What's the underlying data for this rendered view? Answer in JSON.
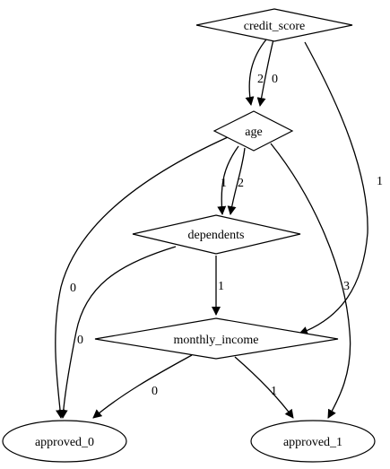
{
  "diagram": {
    "nodes": {
      "credit_score": {
        "label": "credit_score",
        "shape": "diamond"
      },
      "age": {
        "label": "age",
        "shape": "diamond"
      },
      "dependents": {
        "label": "dependents",
        "shape": "diamond"
      },
      "monthly_income": {
        "label": "monthly_income",
        "shape": "diamond"
      },
      "approved_0": {
        "label": "approved_0",
        "shape": "ellipse"
      },
      "approved_1": {
        "label": "approved_1",
        "shape": "ellipse"
      }
    },
    "edges": {
      "credit_score_age_a": {
        "from": "credit_score",
        "to": "age",
        "label": "2"
      },
      "credit_score_age_b": {
        "from": "credit_score",
        "to": "age",
        "label": "0"
      },
      "credit_score_monthly_income": {
        "from": "credit_score",
        "to": "monthly_income",
        "label": "1"
      },
      "age_dependents_a": {
        "from": "age",
        "to": "dependents",
        "label": "1"
      },
      "age_dependents_b": {
        "from": "age",
        "to": "dependents",
        "label": "2"
      },
      "age_approved_0": {
        "from": "age",
        "to": "approved_0",
        "label": "0"
      },
      "age_approved_1": {
        "from": "age",
        "to": "approved_1",
        "label": "3"
      },
      "dependents_monthly_income": {
        "from": "dependents",
        "to": "monthly_income",
        "label": "1"
      },
      "dependents_approved_0": {
        "from": "dependents",
        "to": "approved_0",
        "label": "0"
      },
      "monthly_income_approved_0": {
        "from": "monthly_income",
        "to": "approved_0",
        "label": "0"
      },
      "monthly_income_approved_1": {
        "from": "monthly_income",
        "to": "approved_1",
        "label": "1"
      }
    }
  }
}
